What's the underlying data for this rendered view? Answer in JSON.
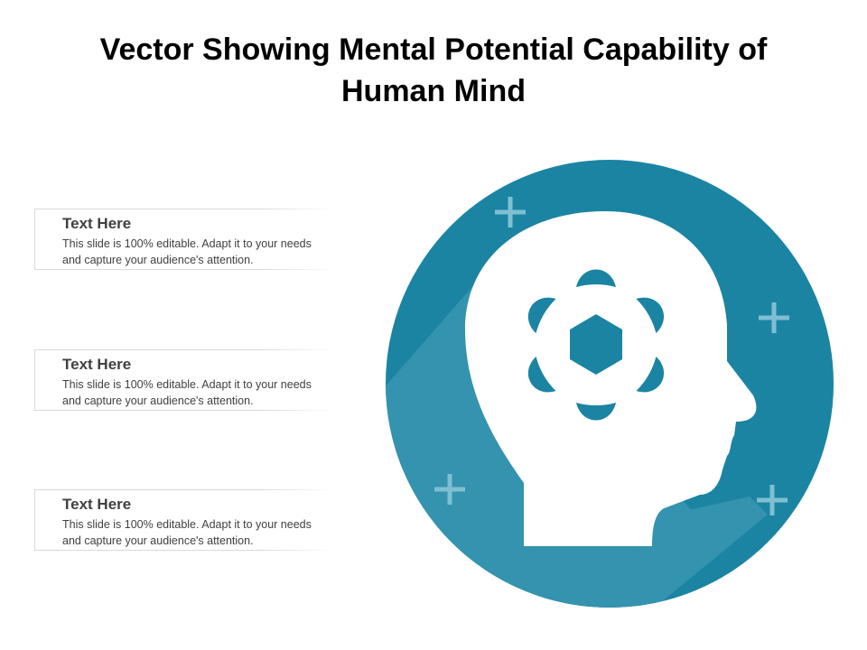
{
  "slide": {
    "title": "Vector Showing Mental Potential Capability of Human Mind"
  },
  "text_boxes": [
    {
      "title": "Text Here",
      "desc": "This slide is 100% editable. Adapt it to your needs and capture your audience's attention."
    },
    {
      "title": "Text Here",
      "desc": "This slide is 100% editable. Adapt it to your needs and capture your audience's attention."
    },
    {
      "title": "Text Here",
      "desc": "This slide is 100% editable. Adapt it to your needs and capture your audience's attention."
    }
  ],
  "colors": {
    "circle": "#1b84a3",
    "shadow": "#3493ae",
    "plus": "#7fbfd2",
    "text": "#404040"
  },
  "icons": [
    "head-icon",
    "atom-icon",
    "plus-icon"
  ]
}
